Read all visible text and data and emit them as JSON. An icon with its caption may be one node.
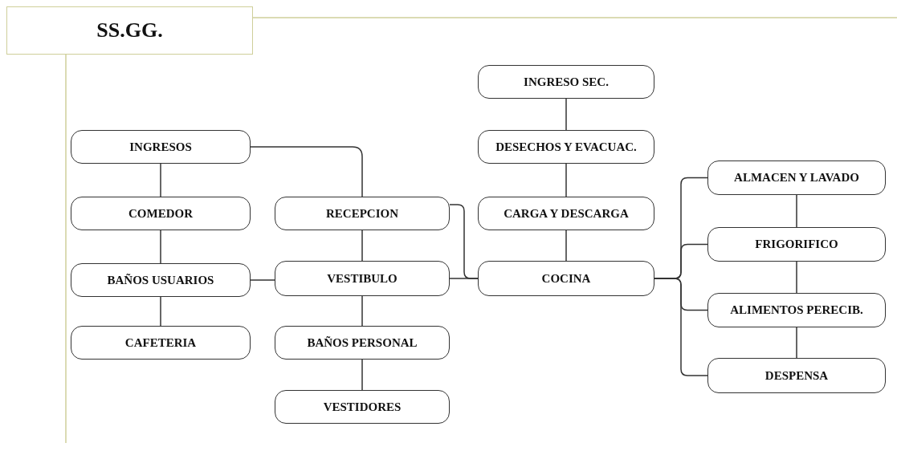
{
  "diagram": {
    "title": "SS.GG.",
    "nodes": [
      {
        "text": [
          "INGRESOS"
        ]
      },
      {
        "text": [
          "COMEDOR"
        ]
      },
      {
        "text": [
          "BAÑOS USUARIOS"
        ]
      },
      {
        "text": [
          "CAFETERIA"
        ]
      },
      {
        "text": [
          "RECEPCION"
        ]
      },
      {
        "text": [
          "VESTIBULO"
        ]
      },
      {
        "text": [
          "BAÑOS PERSONAL"
        ]
      },
      {
        "text": [
          "VESTIDORES"
        ]
      },
      {
        "text": [
          "INGRESO SEC."
        ]
      },
      {
        "text": [
          "DESECHOS Y EVACUAC."
        ]
      },
      {
        "text": [
          "CARGA Y DESCARGA"
        ]
      },
      {
        "text": [
          "COCINA"
        ]
      },
      {
        "text": [
          "ALMACEN Y LAVADO"
        ]
      },
      {
        "text": [
          "FRIGORIFICO"
        ]
      },
      {
        "text": [
          "ALIMENTOS PERECIB."
        ]
      },
      {
        "text": [
          "DESPENSA"
        ]
      }
    ],
    "edges": [
      {
        "from": 0,
        "to": 1,
        "arrow": "none"
      },
      {
        "from": 1,
        "to": 2,
        "arrow": "none"
      },
      {
        "from": 2,
        "to": 3,
        "arrow": "none"
      },
      {
        "from": 0,
        "to": 4,
        "arrow": "none"
      },
      {
        "from": 4,
        "to": 5,
        "arrow": "none"
      },
      {
        "from": 5,
        "to": 6,
        "arrow": "none"
      },
      {
        "from": 6,
        "to": 7,
        "arrow": "none"
      },
      {
        "from": 2,
        "to": 5,
        "arrow": "none"
      },
      {
        "from": 4,
        "to": 11,
        "arrow": "none"
      },
      {
        "from": 5,
        "to": 11,
        "arrow": "none"
      },
      {
        "from": 8,
        "to": 9,
        "arrow": "none"
      },
      {
        "from": 9,
        "to": 10,
        "arrow": "none"
      },
      {
        "from": 10,
        "to": 11,
        "arrow": "none"
      },
      {
        "from": 11,
        "to": 12,
        "arrow": "none"
      },
      {
        "from": 11,
        "to": 13,
        "arrow": "none"
      },
      {
        "from": 11,
        "to": 14,
        "arrow": "none"
      },
      {
        "from": 11,
        "to": 15,
        "arrow": "none"
      },
      {
        "from": 12,
        "to": 13,
        "arrow": "none"
      },
      {
        "from": 13,
        "to": 14,
        "arrow": "none"
      },
      {
        "from": 14,
        "to": 15,
        "arrow": "none"
      }
    ]
  }
}
